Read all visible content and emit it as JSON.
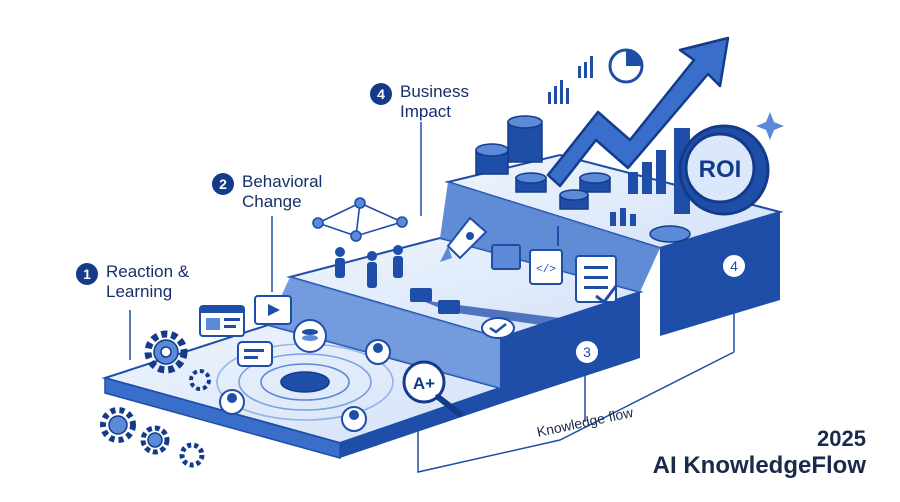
{
  "stages": [
    {
      "number": "1",
      "line1": "Reaction &",
      "line2": "Learning"
    },
    {
      "number": "2",
      "line1": "Behavioral",
      "line2": "Change"
    },
    {
      "number": "4",
      "line1": "Business",
      "line2": "Impact"
    }
  ],
  "step_markers": [
    "3",
    "4"
  ],
  "flow_label": "Knowledge flow",
  "roi_label": "ROI",
  "grade_label": "A+",
  "brand": {
    "year": "2025",
    "name": "AI KnowledgeFlow"
  },
  "colors": {
    "primary": "#1e4ea8",
    "dark": "#143b8a",
    "light": "#dbe7fb",
    "mid": "#5a8ad8"
  }
}
